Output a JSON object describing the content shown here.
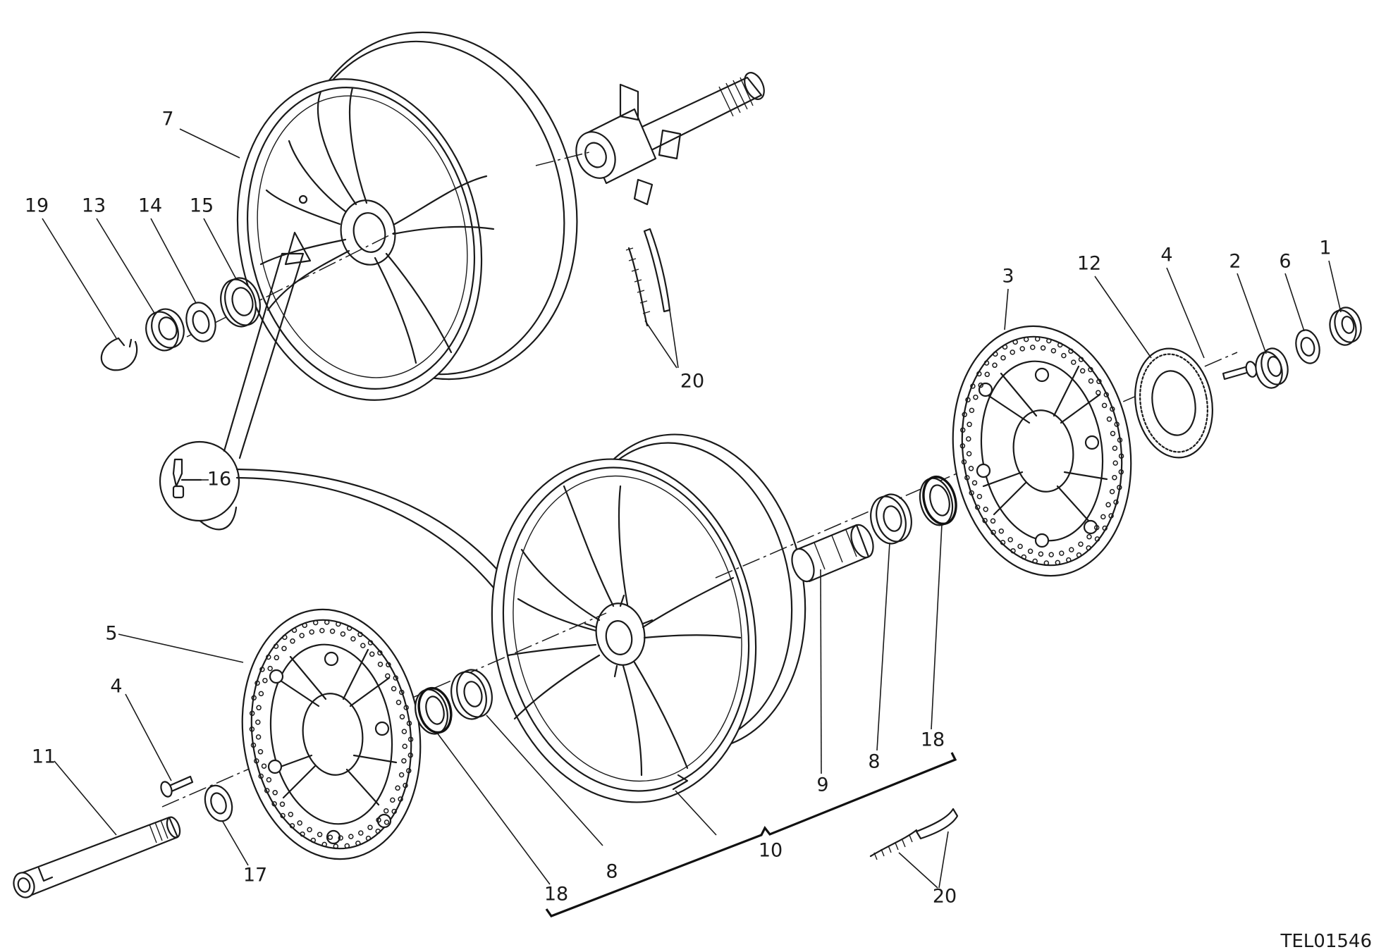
{
  "drawing_ref": "TEL01546",
  "callouts": {
    "c1": "1",
    "c2": "2",
    "c3": "3",
    "c4a": "4",
    "c4b": "4",
    "c5": "5",
    "c6": "6",
    "c7": "7",
    "c8a": "8",
    "c8b": "8",
    "c9": "9",
    "c10": "10",
    "c11": "11",
    "c12": "12",
    "c13": "13",
    "c14": "14",
    "c15": "15",
    "c16": "16",
    "c17": "17",
    "c18a": "18",
    "c18b": "18",
    "c19": "19",
    "c20a": "20",
    "c20b": "20"
  }
}
